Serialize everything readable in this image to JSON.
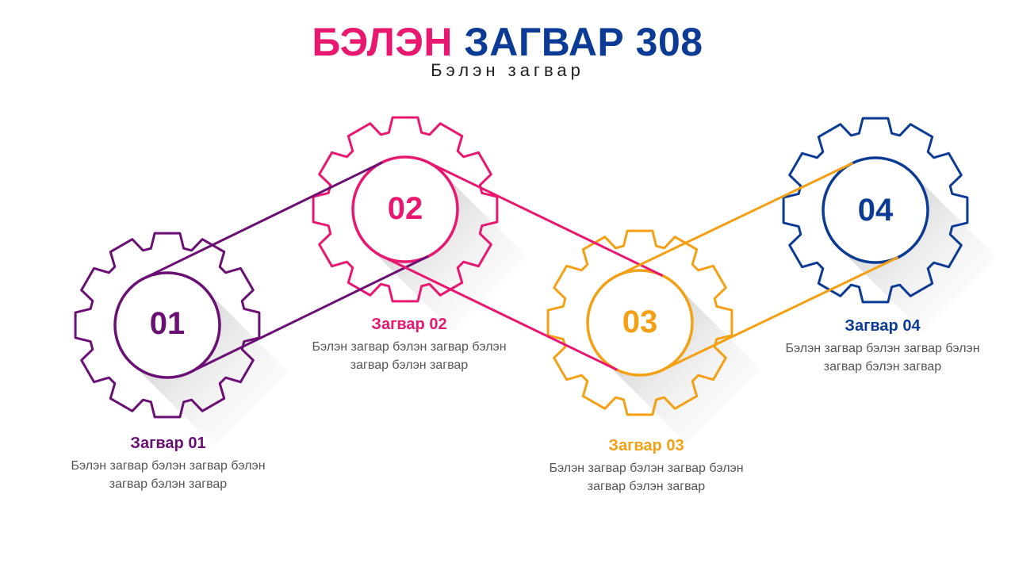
{
  "title": {
    "part1": "БЭЛЭН",
    "part2": "ЗАГВАР 308"
  },
  "subtitle": "Бэлэн загвар",
  "steps": [
    {
      "num": "01",
      "heading": "Загвар 01",
      "desc1": "Бэлэн загвар бэлэн загвар бэлэн",
      "desc2": "загвар бэлэн загвар",
      "color": "#6a0f73"
    },
    {
      "num": "02",
      "heading": "Загвар 02",
      "desc1": "Бэлэн загвар бэлэн загвар бэлэн",
      "desc2": "загвар бэлэн загвар",
      "color": "#e8176f"
    },
    {
      "num": "03",
      "heading": "Загвар 03",
      "desc1": "Бэлэн загвар бэлэн загвар бэлэн",
      "desc2": "загвар бэлэн загвар",
      "color": "#f4a014"
    },
    {
      "num": "04",
      "heading": "Загвар 04",
      "desc1": "Бэлэн загвар бэлэн загвар бэлэн",
      "desc2": "загвар бэлэн загвар",
      "color": "#0b3b94"
    }
  ]
}
